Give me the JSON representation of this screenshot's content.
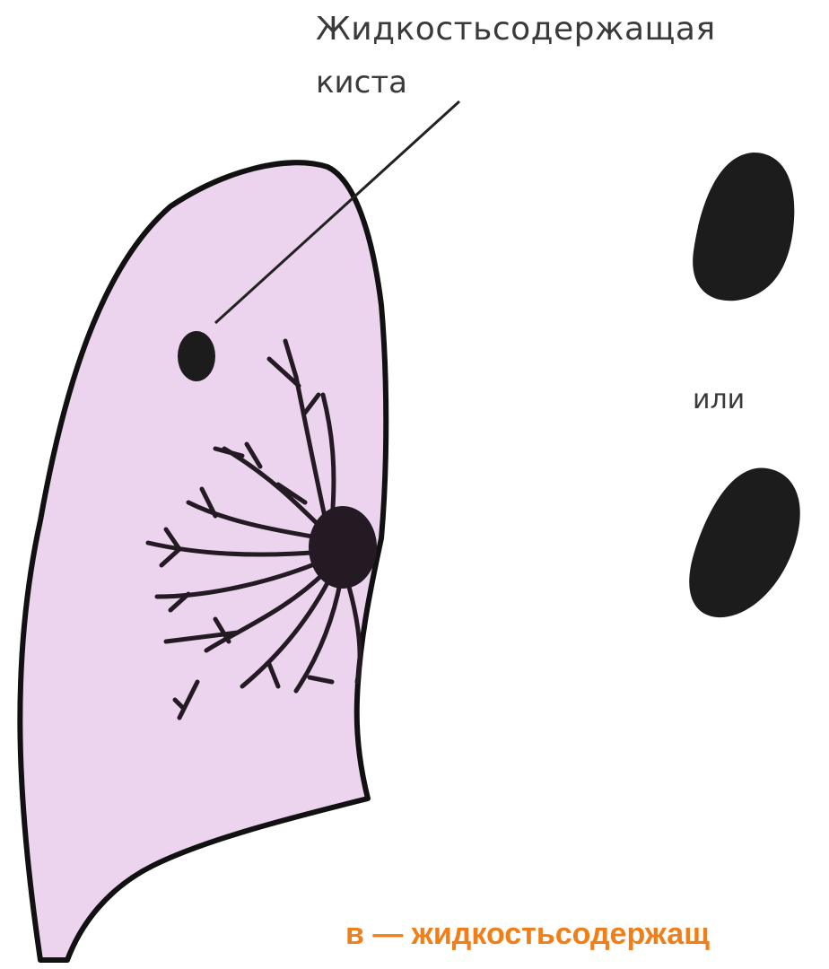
{
  "label": {
    "line1": "Жидкостьсодержащая",
    "line2": "киста"
  },
  "or_text": "или",
  "caption": "в — жидкостьсодержащ",
  "colors": {
    "lung_fill": "#ecd3ee",
    "lung_outline": "#111111",
    "lesion": "#1c1c1c",
    "caption": "#f07f1a",
    "text": "#3a3a3a"
  },
  "icons": [
    "lung-outline",
    "cyst-dot",
    "spiculated-mass",
    "oval-shadow-icon"
  ]
}
